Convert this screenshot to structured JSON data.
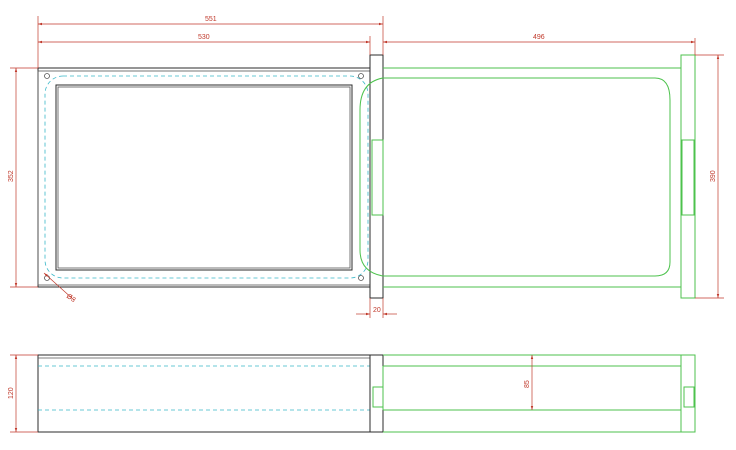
{
  "dimensions": {
    "overall_width": "551",
    "inner_width": "530",
    "extension_length": "496",
    "left_height": "352",
    "right_height": "390",
    "hole_dia": "Ø3",
    "bracket_width": "20",
    "side_height": "120",
    "rail_height": "85"
  },
  "colors": {
    "outline": "#2b2b2b",
    "rail": "#4cc24c",
    "hidden": "#39b7c9",
    "dimension": "#c0392b"
  }
}
